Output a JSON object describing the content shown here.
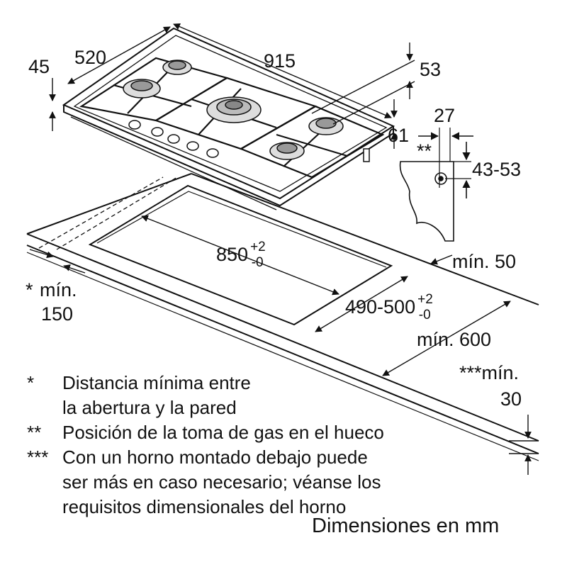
{
  "dimensions": {
    "width_cooktop": "915",
    "depth_cooktop": "520",
    "edge_height": "45",
    "front_height": "53",
    "rear_offset": "61",
    "gas_offset": "27",
    "gas_height": "43-53",
    "gas_marker": "**",
    "cutout_width": "850",
    "cutout_width_tol_plus": "+2",
    "cutout_width_tol_minus": "-0",
    "cutout_depth": "490-500",
    "cutout_depth_tol_plus": "+2",
    "cutout_depth_tol_minus": "-0",
    "min_back": "mín. 50",
    "min_side_prefix": "*",
    "min_side_label": "mín.",
    "min_side_value": "150",
    "min_depth": "mín. 600",
    "min_below_label": "***mín.",
    "min_below_value": "30"
  },
  "notes": [
    {
      "mark": "*",
      "lines": [
        "Distancia mínima entre",
        "la abertura y la pared"
      ]
    },
    {
      "mark": "**",
      "lines": [
        "Posición de la toma de gas en el hueco"
      ]
    },
    {
      "mark": "***",
      "lines": [
        "Con un horno montado debajo puede",
        "ser más en caso necesario; véanse los",
        "requisitos dimensionales del horno"
      ]
    }
  ],
  "units_note": "Dimensiones en mm"
}
